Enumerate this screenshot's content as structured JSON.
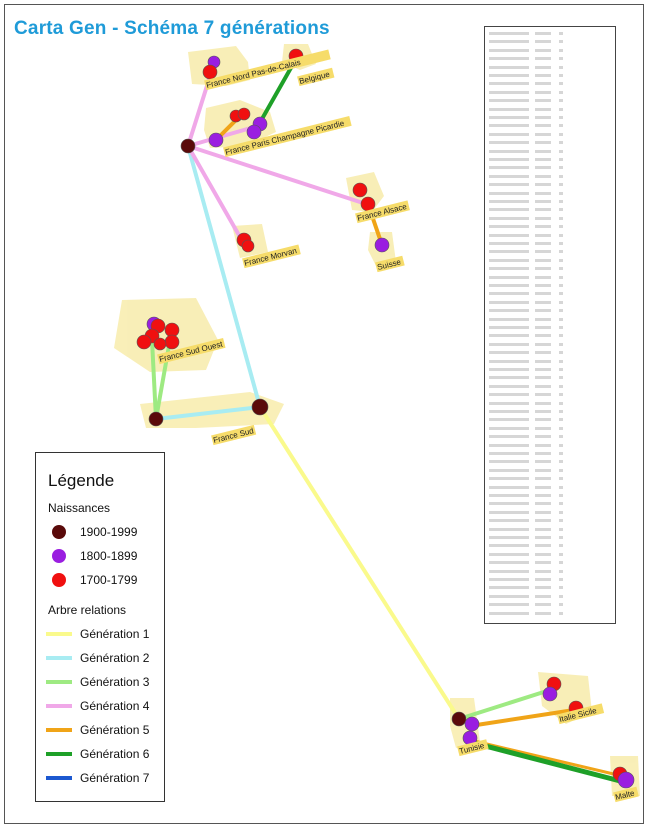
{
  "title": "Carta Gen - Schéma 7 générations",
  "legend": {
    "title": "Légende",
    "births_heading": "Naissances",
    "births": [
      {
        "label": "1900-1999",
        "color": "#5a0a0a"
      },
      {
        "label": "1800-1899",
        "color": "#9a1ee0"
      },
      {
        "label": "1700-1799",
        "color": "#f01010"
      }
    ],
    "relations_heading": "Arbre relations",
    "generations": [
      {
        "label": "Génération 1",
        "color": "#fafa8c"
      },
      {
        "label": "Génération 2",
        "color": "#a8ecf2"
      },
      {
        "label": "Génération 3",
        "color": "#9eea82"
      },
      {
        "label": "Génération 4",
        "color": "#f0a8e8"
      },
      {
        "label": "Génération 5",
        "color": "#f0a418"
      },
      {
        "label": "Génération 6",
        "color": "#1ea028"
      },
      {
        "label": "Génération 7",
        "color": "#1c58d0"
      }
    ]
  },
  "places": [
    {
      "name": "France Nord Pas-de-Calais"
    },
    {
      "name": "Belgique"
    },
    {
      "name": "France Paris Champagne Picardie"
    },
    {
      "name": "France Alsace"
    },
    {
      "name": "Suisse"
    },
    {
      "name": "France Morvan"
    },
    {
      "name": "France Sud Ouest"
    },
    {
      "name": "France Sud"
    },
    {
      "name": "Italie Sicile"
    },
    {
      "name": "Tunisie"
    },
    {
      "name": "Malte"
    }
  ],
  "table": {
    "rows": [
      "",
      "",
      "",
      "",
      "",
      "",
      "",
      "",
      "",
      "",
      "",
      "",
      "",
      "",
      "",
      "",
      "",
      "",
      "",
      "",
      "",
      "",
      "",
      "",
      "",
      "",
      "",
      "",
      "",
      "",
      "",
      "",
      "",
      "",
      "",
      "",
      "",
      "",
      "",
      "",
      "",
      "",
      "",
      "",
      "",
      "",
      "",
      "",
      "",
      "",
      "",
      "",
      "",
      "",
      "",
      "",
      "",
      "",
      "",
      "",
      "",
      "",
      "",
      "",
      "",
      "",
      "",
      "",
      "",
      ""
    ]
  }
}
